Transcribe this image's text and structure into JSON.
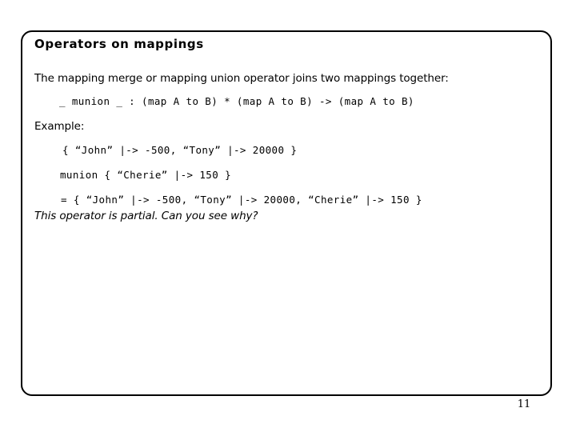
{
  "slide": {
    "title": "Operators on mappings",
    "page_number": "11",
    "lines": {
      "intro": "The mapping merge or mapping union operator joins two mappings together:",
      "signature": "_ munion _ : (map A to B) * (map A to B) -> (map A to B)",
      "example_label": "Example:",
      "operand_first": "{ “John” |-> -500, “Tony” |-> 20000 }",
      "operand_second": "munion { “Cherie” |-> 150 }",
      "result": "= { “John” |-> -500, “Tony” |-> 20000, “Cherie” |-> 150 }",
      "closing_question": "This operator is partial. Can you see why?"
    }
  },
  "colors": {
    "background": "#ffffff",
    "text": "#000000",
    "frame_border": "#000000"
  }
}
